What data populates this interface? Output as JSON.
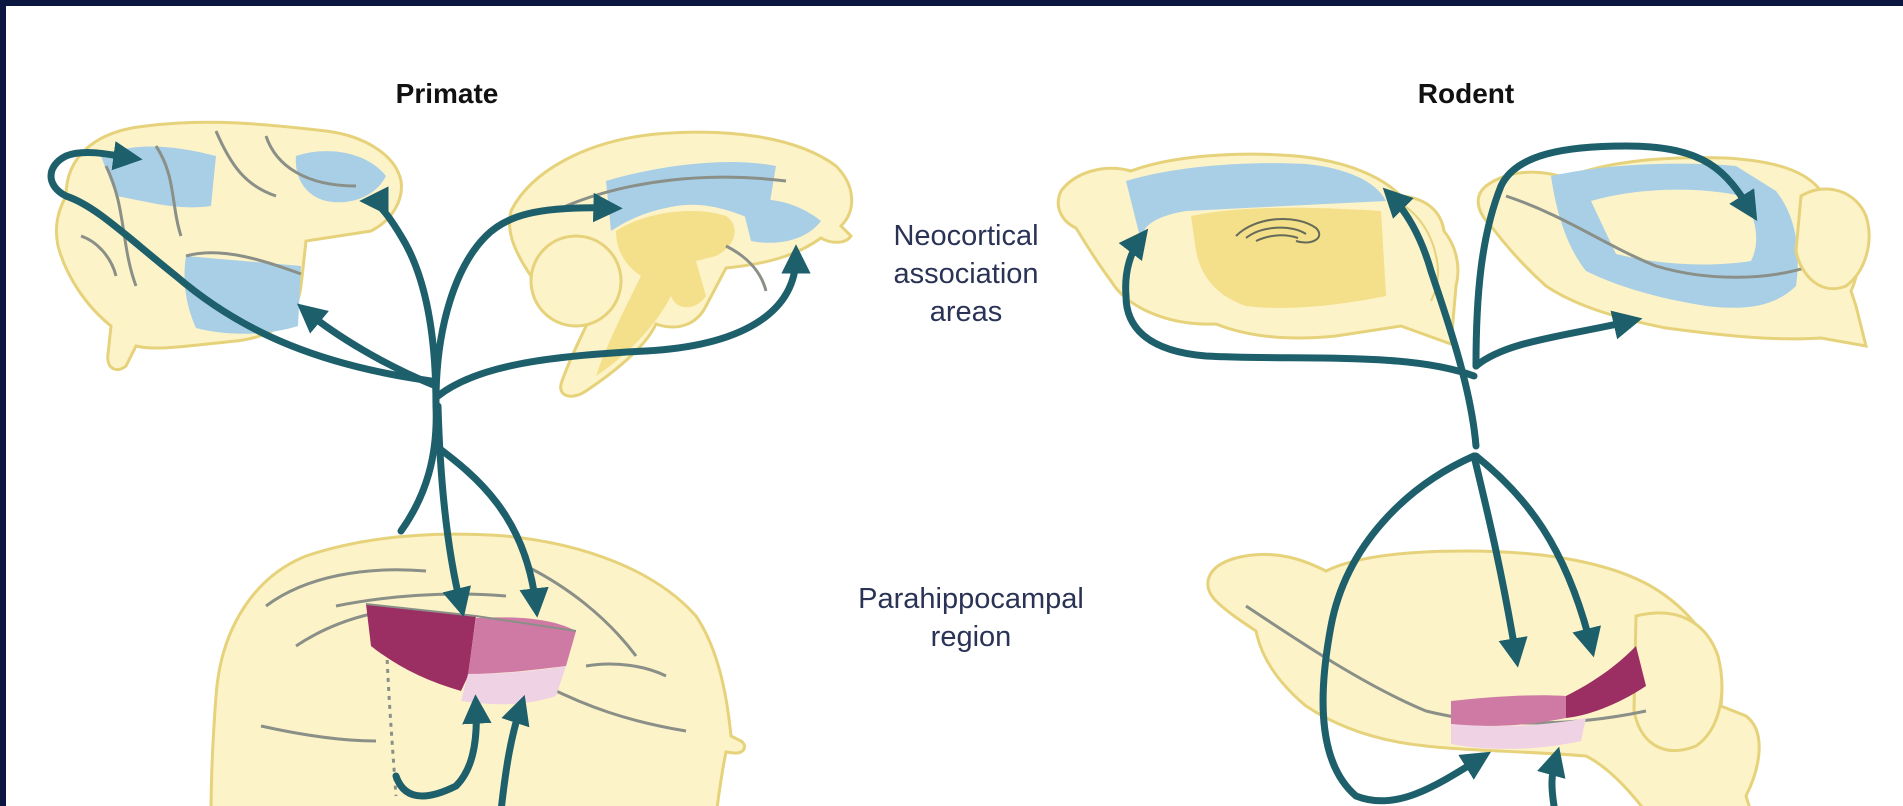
{
  "headings": {
    "primate": "Primate",
    "rodent": "Rodent"
  },
  "labels": {
    "neocortical": [
      "Neocortical",
      "association",
      "areas"
    ],
    "parahippocampal": [
      "Parahippocampal",
      "region"
    ]
  },
  "colors": {
    "brain_fill": "#fdf3c8",
    "brain_outline": "#e6d27a",
    "association_area": "#a9cfe6",
    "parahippocampal_dark": "#9b2f63",
    "parahippocampal_mid": "#cf7aa4",
    "parahippocampal_light": "#efd3e4",
    "pathway_arrow": "#1d5f6b",
    "sulcus": "#8a9088",
    "frame": "#0b1740"
  }
}
